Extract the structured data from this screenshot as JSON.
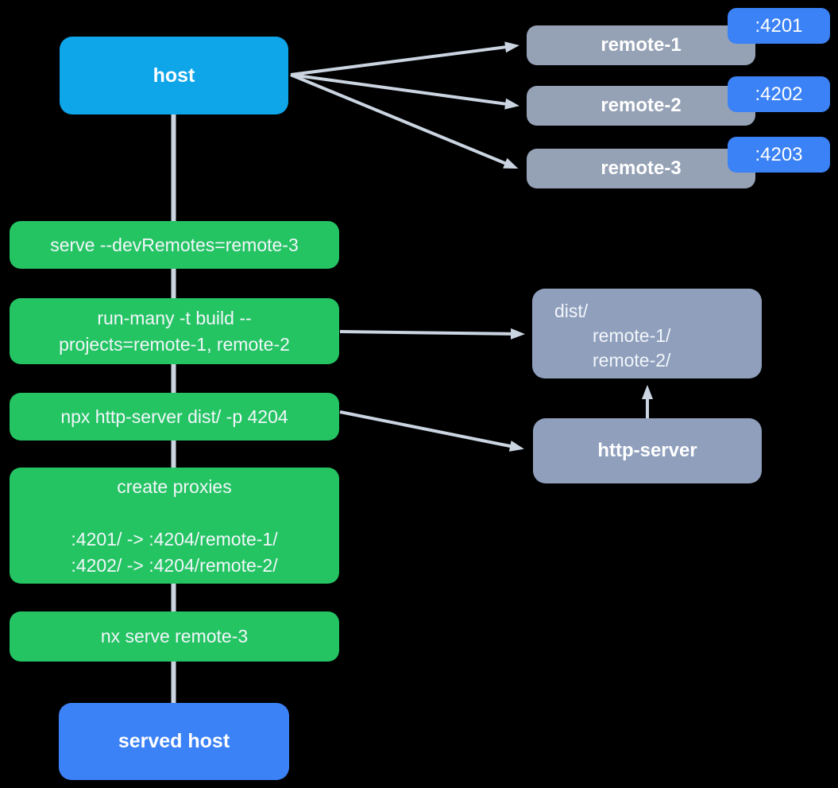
{
  "host": {
    "label": "host"
  },
  "served_host": {
    "label": "served host"
  },
  "remotes": [
    {
      "name": "remote-1",
      "port": ":4201"
    },
    {
      "name": "remote-2",
      "port": ":4202"
    },
    {
      "name": "remote-3",
      "port": ":4203"
    }
  ],
  "steps": {
    "serve": "serve --devRemotes=remote-3",
    "run_many_line1": "run-many -t build --",
    "run_many_line2": "projects=remote-1, remote-2",
    "http_server_cmd": "npx http-server dist/ -p 4204",
    "proxies_title": "create proxies",
    "proxy_rule1": ":4201/ -> :4204/remote-1/",
    "proxy_rule2": ":4202/ -> :4204/remote-2/",
    "nx_serve": "nx serve remote-3"
  },
  "artifacts": {
    "dist_root": "dist/",
    "dist_child1": "remote-1/",
    "dist_child2": "remote-2/",
    "http_server": "http-server"
  },
  "colors": {
    "host_blue": "#0ea5e9",
    "port_blue": "#3b82f6",
    "step_green": "#24c463",
    "node_gray": "#95a1b5",
    "artifact_gray": "#8f9fbc",
    "arrow": "#cbd5e1",
    "label_text": "#ffffff",
    "command_text": "#f2f6fa"
  }
}
